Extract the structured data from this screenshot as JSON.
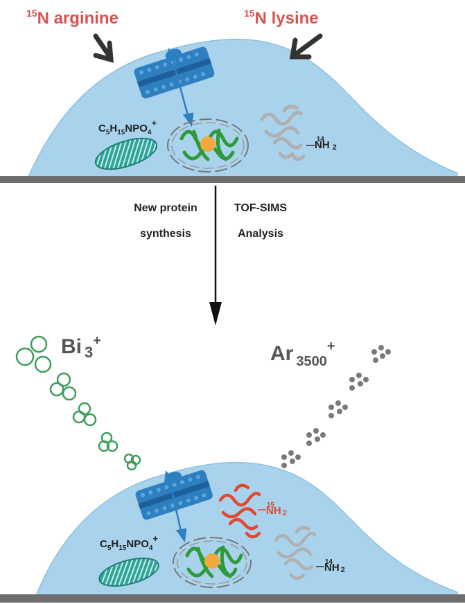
{
  "top": {
    "label_left": {
      "sup": "15",
      "main": "N arginine"
    },
    "label_right": {
      "sup": "15",
      "main": "N lysine"
    },
    "phosphocholine": {
      "c": "C",
      "c_sub": "5",
      "h": "H",
      "h_sub": "15",
      "rest": "NPO",
      "o_sub": "4",
      "charge": "+"
    },
    "amine": {
      "sup": "14",
      "main": "NH",
      "sub": "2"
    }
  },
  "middle": {
    "left_text": [
      "New protein",
      "synthesis"
    ],
    "right_text": [
      "TOF-SIMS",
      "Analysis"
    ]
  },
  "bottom": {
    "beam_left": {
      "main": "Bi",
      "sub": "3",
      "sup": "+"
    },
    "beam_right": {
      "main": "Ar",
      "sub": "3500",
      "sup": "+"
    },
    "labeled_amine": {
      "sup": "15",
      "main": "NH",
      "sub": "2"
    },
    "amine": {
      "sup": "14",
      "main": "NH",
      "sub": "2"
    },
    "phosphocholine": {
      "c": "C",
      "c_sub": "5",
      "h": "H",
      "h_sub": "15",
      "rest": "NPO",
      "o_sub": "4",
      "charge": "+"
    }
  },
  "colors": {
    "cell": "#a9d3ec",
    "cell_edge": "#7fb4d6",
    "label_red": "#d9534f",
    "bismuth": "#3f9c5c",
    "argon": "#7a7a7a",
    "membrane": "#2d7fc0",
    "mito": "#2fa39a",
    "nucleus_coil": "#2f9a3a",
    "nucleolus": "#f2a93b",
    "grey_protein": "#b0b0b0",
    "red_protein": "#e2472f",
    "substrate": "#6e6e6e"
  }
}
